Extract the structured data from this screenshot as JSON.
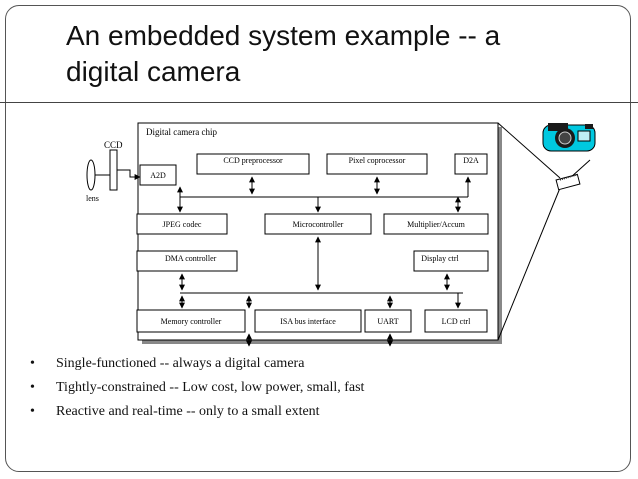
{
  "slide": {
    "title_line1": "An embedded system example -- a",
    "title_line2": "digital camera"
  },
  "diagram": {
    "chip_label": "Digital camera chip",
    "ccd_label": "CCD",
    "lens_label": "lens",
    "blocks": {
      "a2d": "A2D",
      "ccd_pre": "CCD preprocessor",
      "pixel_co": "Pixel coprocessor",
      "d2a": "D2A",
      "jpeg": "JPEG codec",
      "micro": "Microcontroller",
      "mult": "Multiplier/Accum",
      "dma": "DMA controller",
      "display": "Display ctrl",
      "mem": "Memory controller",
      "isa": "ISA bus interface",
      "uart": "UART",
      "lcd": "LCD ctrl"
    }
  },
  "bullets": [
    "Single-functioned -- always a digital camera",
    "Tightly-constrained -- Low cost, low power, small, fast",
    "Reactive and real-time -- only to a small extent"
  ],
  "colors": {
    "accent": "#000000",
    "camera_cyan": "#00c8e0",
    "camera_dark": "#1a1a1a"
  }
}
